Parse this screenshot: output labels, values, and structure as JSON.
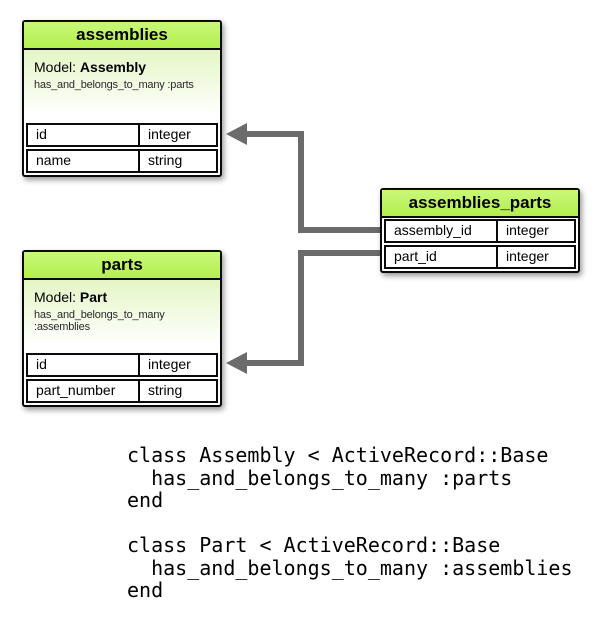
{
  "colors": {
    "header_green": "#b4ef4e",
    "model_gradient_top": "#e4f6c6",
    "arrow_gray": "#6b6b6b",
    "border_black": "#0a0a0a"
  },
  "tables": {
    "assemblies": {
      "title": "assemblies",
      "model_label": "Model:",
      "model_name": "Assembly",
      "association": "has_and_belongs_to_many :parts",
      "rows": [
        {
          "name": "id",
          "type": "integer"
        },
        {
          "name": "name",
          "type": "string"
        }
      ]
    },
    "parts": {
      "title": "parts",
      "model_label": "Model:",
      "model_name": "Part",
      "association": "has_and_belongs_to_many :assemblies",
      "rows": [
        {
          "name": "id",
          "type": "integer"
        },
        {
          "name": "part_number",
          "type": "string"
        }
      ]
    },
    "assemblies_parts": {
      "title": "assemblies_parts",
      "rows": [
        {
          "name": "assembly_id",
          "type": "integer"
        },
        {
          "name": "part_id",
          "type": "integer"
        }
      ]
    }
  },
  "code": {
    "text": "class Assembly < ActiveRecord::Base\n  has_and_belongs_to_many :parts\nend\n\nclass Part < ActiveRecord::Base\n  has_and_belongs_to_many :assemblies\nend"
  }
}
